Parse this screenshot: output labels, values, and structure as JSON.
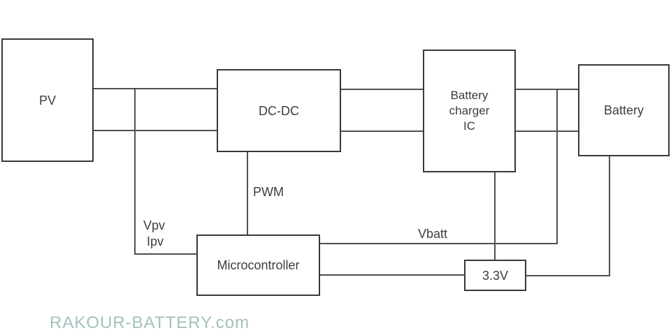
{
  "diagram": {
    "type": "block-diagram",
    "blocks": {
      "pv": {
        "label": "PV"
      },
      "dcdc": {
        "label": "DC-DC"
      },
      "charger": {
        "label": "Battery\ncharger\nIC"
      },
      "battery": {
        "label": "Battery"
      },
      "mcu": {
        "label": "Microcontroller"
      },
      "v33": {
        "label": "3.3V"
      }
    },
    "net_labels": {
      "pwm": "PWM",
      "vpv": "Vpv",
      "ipv": "Ipv",
      "vbatt": "Vbatt"
    },
    "watermark": {
      "text": "RAKOUR-BATTERY.com"
    },
    "colors": {
      "wire": "#4f4f4f",
      "border": "#383838",
      "text": "#3d3d3d",
      "watermark": "#a3c1bd",
      "background": "#ffffff"
    }
  }
}
